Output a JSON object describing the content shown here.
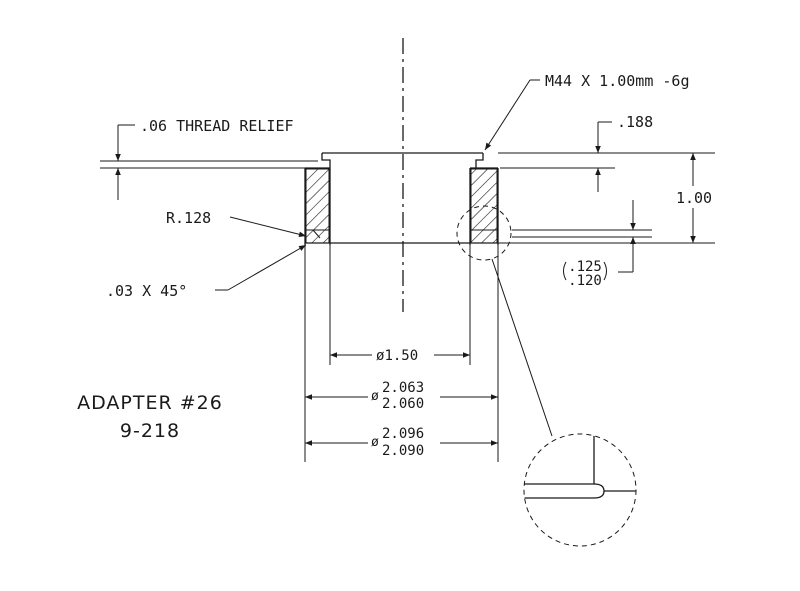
{
  "drawing": {
    "title_line1": "ADAPTER #26",
    "title_line2": "9-218",
    "callouts": {
      "thread": "M44 X 1.00mm -6g",
      "thread_relief": ".06 THREAD RELIEF",
      "relief_depth": ".188",
      "height": "1.00",
      "radius": "R.128",
      "chamfer": ".03 X 45°",
      "step_upper": ".125",
      "step_lower": ".120"
    },
    "dimensions": {
      "bore_prefix": "ø",
      "bore": "1.50",
      "mid_prefix": "ø",
      "mid_upper": "2.063",
      "mid_lower": "2.060",
      "outer_prefix": "ø",
      "outer_upper": "2.096",
      "outer_lower": "2.090"
    },
    "colors": {
      "line": "#1a1a1a",
      "background": "#ffffff"
    }
  }
}
